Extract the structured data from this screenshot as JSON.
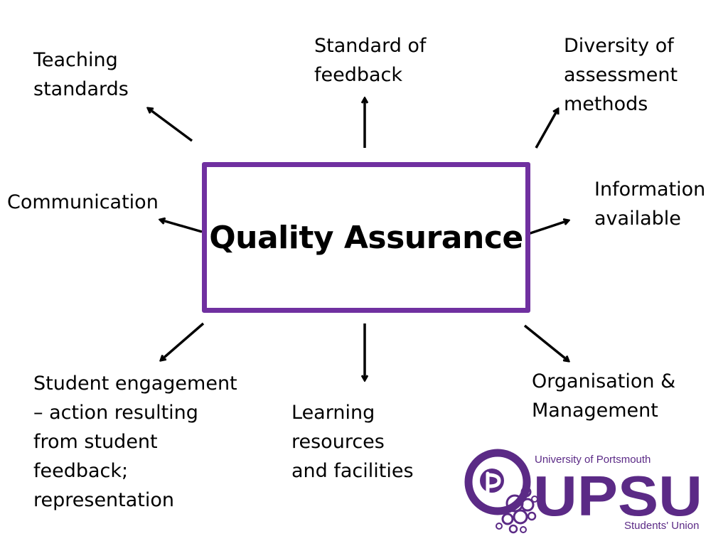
{
  "center": {
    "title": "Quality Assurance"
  },
  "nodes": {
    "teaching": "Teaching\nstandards",
    "standard_feedback": "Standard of\nfeedback",
    "diversity": "Diversity of\nassessment\nmethods",
    "communication": "Communication",
    "information": "Information\navailable",
    "engagement": "Student engagement\n– action resulting\nfrom student\nfeedback;\nrepresentation",
    "learning": "Learning\nresources\nand facilities",
    "organisation": "Organisation &\nManagement"
  },
  "logo": {
    "university": "University of Portsmouth",
    "wordmark": "UPSU",
    "union": "Students' Union"
  },
  "colors": {
    "accent": "#7030a0",
    "logo": "#5b2a86"
  }
}
